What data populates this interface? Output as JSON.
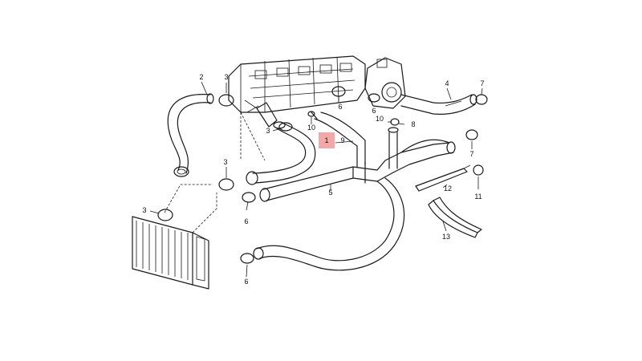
{
  "diagram": {
    "part_labels": [
      "1",
      "2",
      "3",
      "3",
      "3",
      "3",
      "4",
      "5",
      "6",
      "6",
      "6",
      "6",
      "7",
      "7",
      "8",
      "9",
      "10",
      "10",
      "11",
      "12",
      "13"
    ],
    "highlight_label": "1",
    "highlight_color": "#f4a7a7"
  }
}
